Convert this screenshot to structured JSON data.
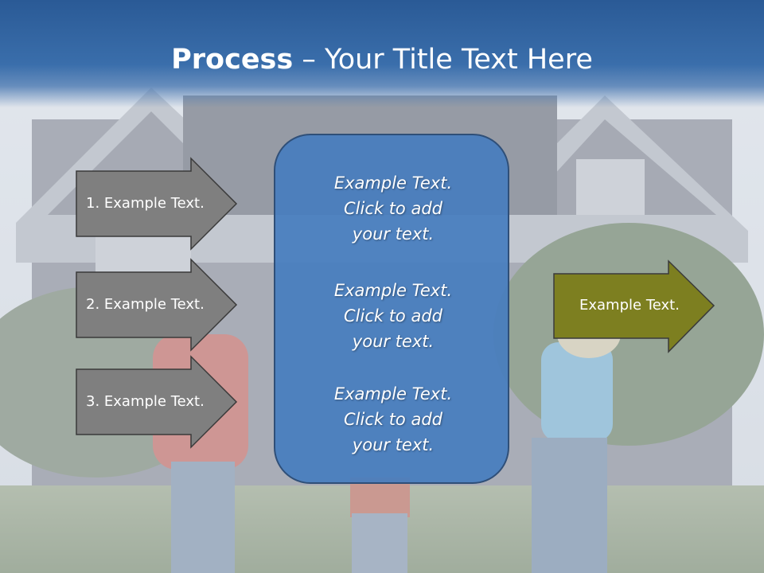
{
  "title": {
    "bold": "Process",
    "rest": " – Your Title Text Here"
  },
  "steps": [
    {
      "label": "1. Example Text."
    },
    {
      "label": "2. Example Text."
    },
    {
      "label": "3. Example Text."
    }
  ],
  "center_items": [
    {
      "line1": "Example Text.",
      "line2": "Click  to add",
      "line3": "your text."
    },
    {
      "line1": "Example Text.",
      "line2": "Click  to add",
      "line3": "your text."
    },
    {
      "line1": "Example Text.",
      "line2": "Click  to add",
      "line3": "your text."
    }
  ],
  "result": {
    "label": "Example Text."
  },
  "colors": {
    "header": "#2a5a96",
    "step_arrow": "#7f7f7f",
    "result_arrow": "#7d7f20",
    "center_box": "#5a8ac6"
  }
}
